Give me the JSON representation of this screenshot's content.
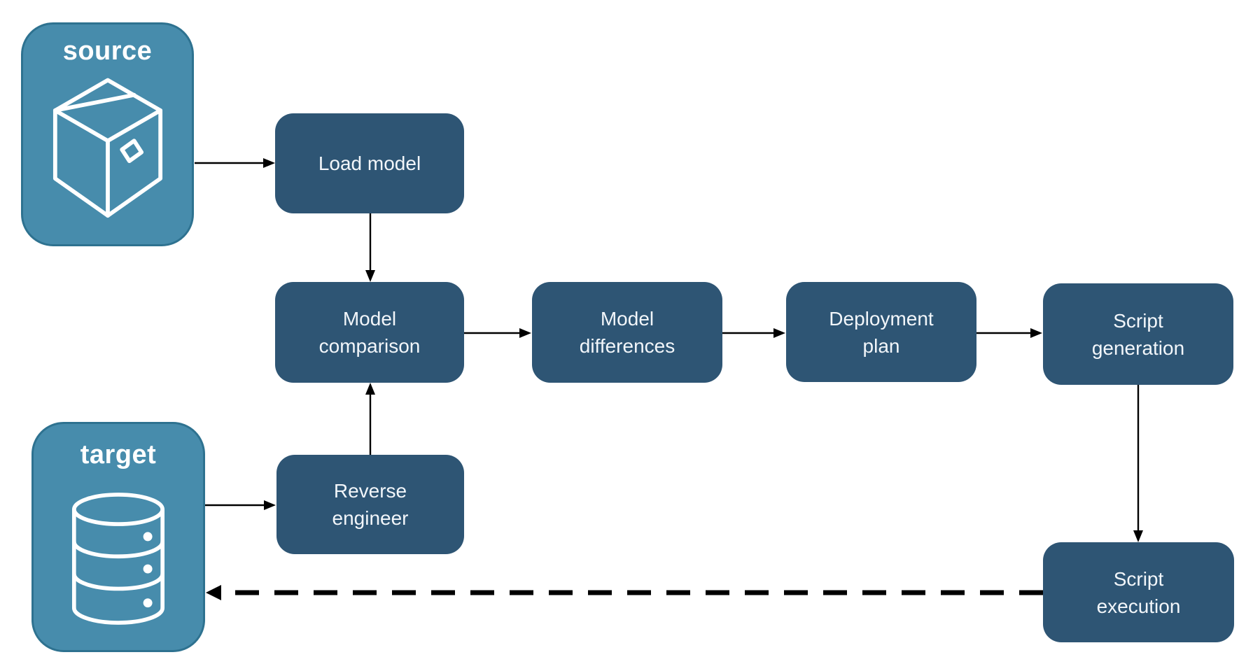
{
  "diagram": {
    "background_color": "#ffffff",
    "colors": {
      "badge_fill": "#478CAC",
      "badge_border": "#2E7290",
      "node_fill": "#2E5574",
      "label_text": "#F2F6FA",
      "badge_text": "#FFFFFF",
      "arrow": "#000000"
    },
    "badges": [
      {
        "id": "source",
        "label": "source",
        "icon": "package-icon"
      },
      {
        "id": "target",
        "label": "target",
        "icon": "database-icon"
      }
    ],
    "nodes": [
      {
        "id": "load-model",
        "label": "Load model"
      },
      {
        "id": "model-comparison",
        "label": "Model\ncomparison"
      },
      {
        "id": "model-differences",
        "label": "Model\ndifferences"
      },
      {
        "id": "deployment-plan",
        "label": "Deployment\nplan"
      },
      {
        "id": "script-generation",
        "label": "Script\ngeneration"
      },
      {
        "id": "reverse-engineer",
        "label": "Reverse\nengineer"
      },
      {
        "id": "script-execution",
        "label": "Script\nexecution"
      }
    ],
    "edges": [
      {
        "from": "source",
        "to": "load-model",
        "style": "solid"
      },
      {
        "from": "load-model",
        "to": "model-comparison",
        "style": "solid"
      },
      {
        "from": "model-comparison",
        "to": "model-differences",
        "style": "solid"
      },
      {
        "from": "model-differences",
        "to": "deployment-plan",
        "style": "solid"
      },
      {
        "from": "deployment-plan",
        "to": "script-generation",
        "style": "solid"
      },
      {
        "from": "script-generation",
        "to": "script-execution",
        "style": "solid"
      },
      {
        "from": "target",
        "to": "reverse-engineer",
        "style": "solid"
      },
      {
        "from": "reverse-engineer",
        "to": "model-comparison",
        "style": "solid"
      },
      {
        "from": "script-execution",
        "to": "target",
        "style": "dashed"
      }
    ]
  }
}
